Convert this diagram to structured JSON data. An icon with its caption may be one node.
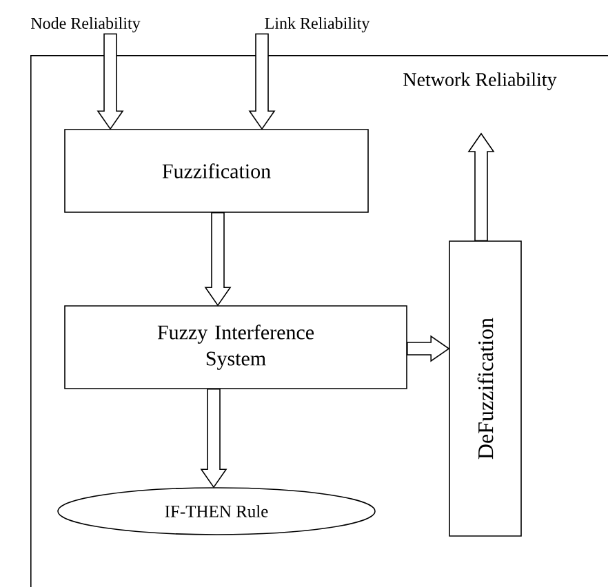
{
  "diagram": {
    "nodes": [
      {
        "text": [
          "Node Reliability"
        ]
      },
      {
        "text": [
          "Link Reliability"
        ]
      },
      {
        "text": [
          "Network Reliability"
        ]
      },
      {
        "text": [
          "Fuzzification"
        ],
        "in": 2
      },
      {
        "text": [
          "Fuzzy Interference System"
        ],
        "in": 2
      },
      {
        "text": [
          "IF-THEN Rule"
        ],
        "in": 2
      },
      {
        "text": [
          "DeFuzzification"
        ],
        "in": 2
      }
    ],
    "edges": [
      {
        "from": 0,
        "to": 3,
        "arrow": "to"
      },
      {
        "from": 1,
        "to": 3,
        "arrow": "to"
      },
      {
        "from": 3,
        "to": 4,
        "arrow": "to"
      },
      {
        "from": 4,
        "to": 5,
        "arrow": "to"
      },
      {
        "from": 4,
        "to": 6,
        "arrow": "to"
      },
      {
        "from": 6,
        "to": null,
        "arrow": "to"
      }
    ]
  }
}
